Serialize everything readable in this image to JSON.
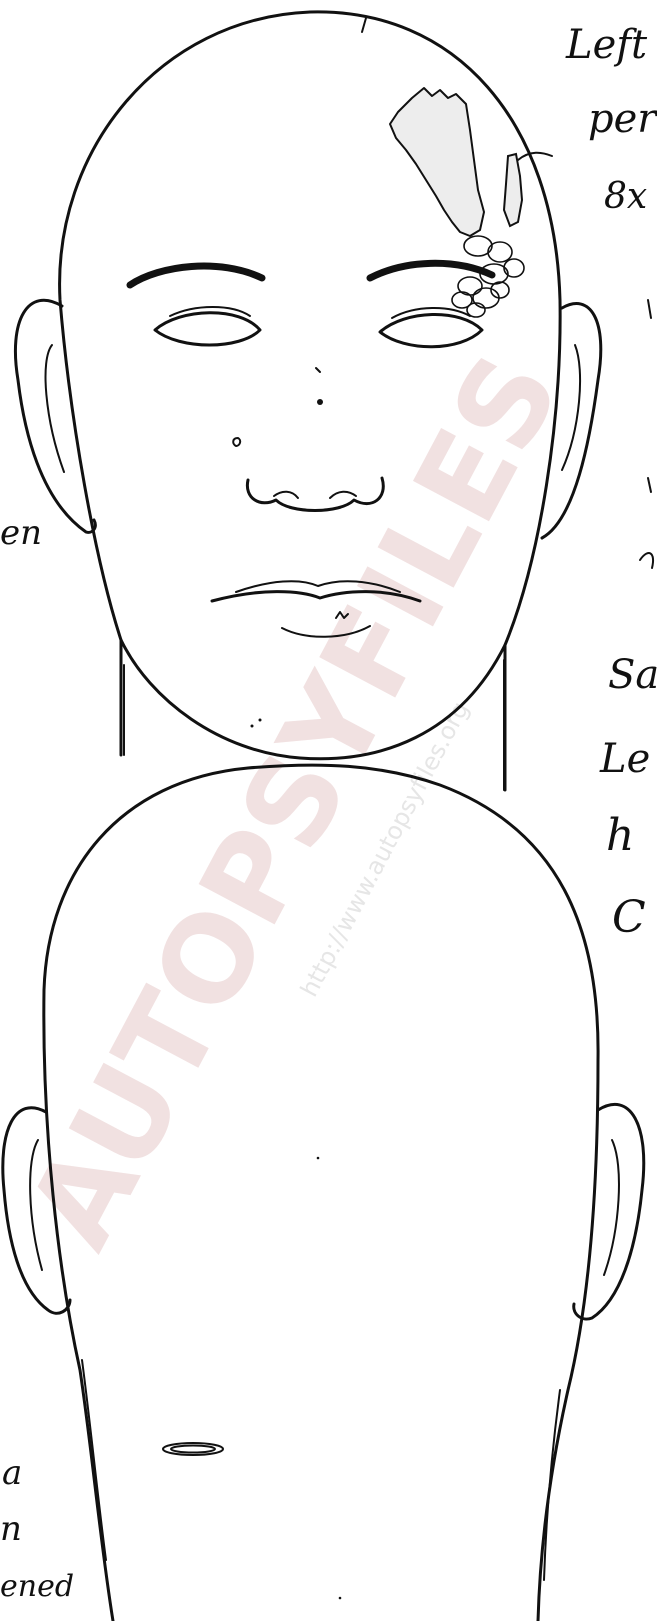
{
  "watermark": {
    "brand": "AUTOPSYFILES",
    "url": "http://www.autopsyfiles.org"
  },
  "colors": {
    "ink": "#111111",
    "watermark": "#f1e1e1",
    "background": "#ffffff"
  },
  "notes": {
    "top_right_line1": "Left f",
    "top_right_line2": "per",
    "top_right_line3": "8x",
    "right_sa": "Sa",
    "right_le": "Le",
    "right_h": "h",
    "right_c": "C",
    "left_en": "en",
    "bottom_left_1": "a",
    "bottom_left_2": "n",
    "bottom_left_3": "ened"
  }
}
